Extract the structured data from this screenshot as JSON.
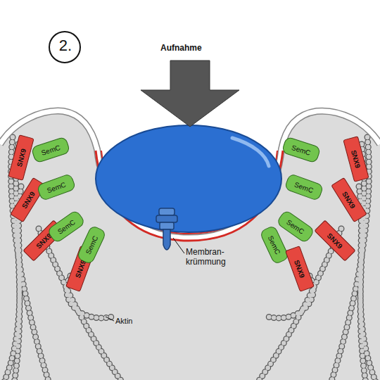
{
  "diagram": {
    "nodes": [
      {
        "text": [
          "SNX9"
        ]
      },
      {
        "text": [
          "SemC"
        ]
      },
      {
        "text": [
          "SemC"
        ]
      },
      {
        "text": [
          "SNX9"
        ]
      },
      {
        "text": [
          "SNX9"
        ]
      },
      {
        "text": [
          "SemC"
        ]
      },
      {
        "text": [
          "SemC"
        ]
      },
      {
        "text": [
          "SNX9"
        ]
      },
      {
        "text": [
          "SNX9"
        ]
      },
      {
        "text": [
          "SemC"
        ]
      },
      {
        "text": [
          "SemC"
        ]
      },
      {
        "text": [
          "SNX9"
        ]
      },
      {
        "text": [
          "SNX9"
        ]
      },
      {
        "text": [
          "SemC"
        ]
      },
      {
        "text": [
          "SemC"
        ]
      },
      {
        "text": [
          "SNX9"
        ]
      }
    ],
    "labels": [
      "2.",
      "Aufnahme",
      "Membran- krümmung",
      "Aktin"
    ]
  }
}
